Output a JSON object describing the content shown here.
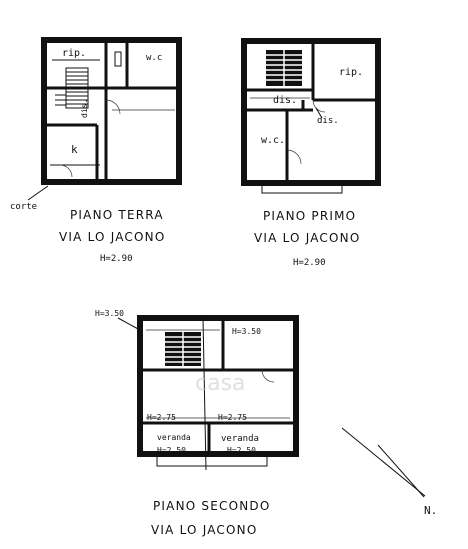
{
  "floors": {
    "ground": {
      "title": "PIANO TERRA",
      "street": "VIA LO JACONO",
      "height": "H=2.90",
      "rooms": {
        "rip": "rip.",
        "wc": "w.c",
        "dis": "dis.",
        "k": "k",
        "corte": "corte"
      }
    },
    "first": {
      "title": "PIANO PRIMO",
      "street": "VIA LO JACONO",
      "height": "H=2.90",
      "rooms": {
        "rip": "rip.",
        "dis": "dis.",
        "dis2": "dis.",
        "wc": "w.c."
      }
    },
    "second": {
      "title": "PIANO SECONDO",
      "street": "VIA LO JACONO",
      "heights": {
        "stair": "H=3.50",
        "room_right": "H=3.50",
        "left_main": "H=2.75",
        "right_main": "H=2.75",
        "veranda_left": "H=2.50",
        "veranda_right": "H=2.50"
      },
      "rooms": {
        "veranda_left": "veranda",
        "veranda_right": "veranda"
      }
    }
  },
  "north": "N.",
  "watermark": "casa"
}
